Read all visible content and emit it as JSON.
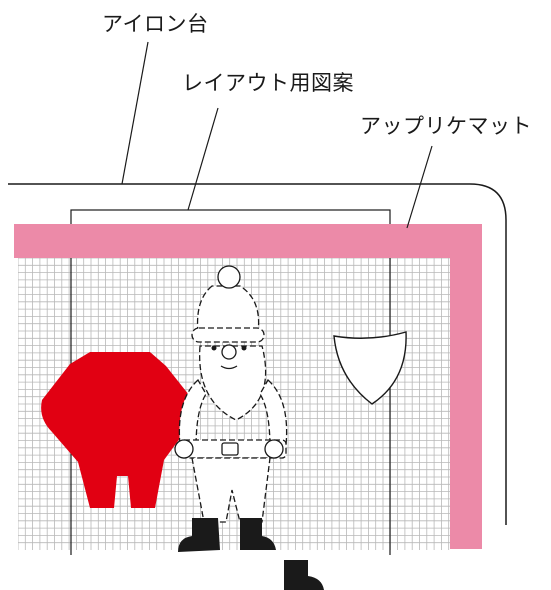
{
  "labels": {
    "ironing_board": "アイロン台",
    "layout_pattern": "レイアウト用図案",
    "applique_mat": "アップリケマット"
  },
  "colors": {
    "mat_border": "#ec8aa8",
    "red_piece": "#e10012",
    "boots": "#1a1a1a",
    "grid_line": "#b8b8b8",
    "outline": "#1a1a1a"
  }
}
